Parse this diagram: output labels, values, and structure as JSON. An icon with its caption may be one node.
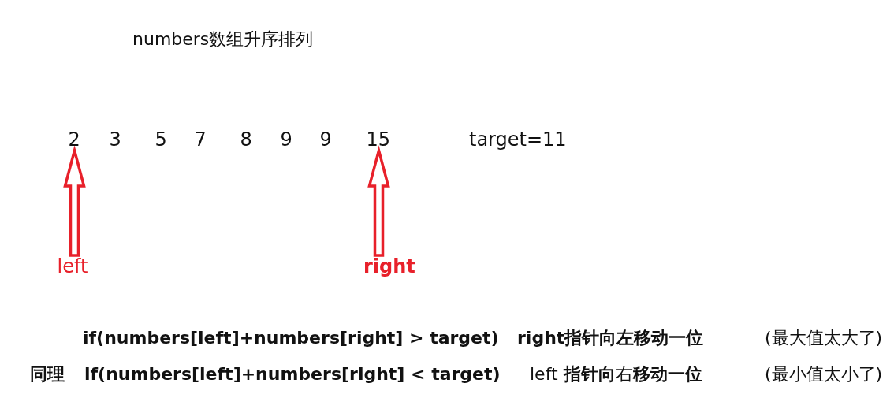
{
  "diagram": {
    "title": "numbers数组升序排列",
    "nodes": [
      {
        "text": [
          "2"
        ]
      },
      {
        "text": [
          "3"
        ]
      },
      {
        "text": [
          "5"
        ]
      },
      {
        "text": [
          "7"
        ]
      },
      {
        "text": [
          "8"
        ]
      },
      {
        "text": [
          "9"
        ]
      },
      {
        "text": [
          "9"
        ]
      },
      {
        "text": [
          "15"
        ]
      },
      {
        "text": [
          "left"
        ]
      },
      {
        "text": [
          "right"
        ]
      }
    ],
    "edges": [
      {
        "from": 8,
        "to": 0,
        "arrow": "to"
      },
      {
        "from": 9,
        "to": 7,
        "arrow": "to"
      }
    ],
    "labels": [
      "target=11",
      "if(numbers[left]+numbers[right] > target)",
      "right指针向左移动一位",
      "(最大值太大了)",
      "同理",
      "if(numbers[left]+numbers[right] < target)",
      "left **指针向**右**移动一位**",
      "(最小值太小了)"
    ]
  }
}
